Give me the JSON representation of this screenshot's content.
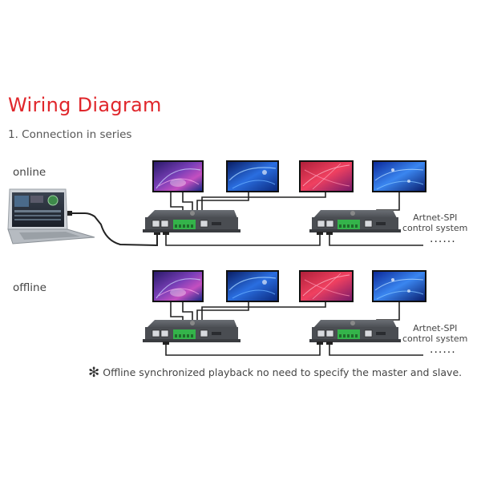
{
  "title": "Wiring Diagram",
  "subtitle": "1. Connection in series",
  "groups": {
    "online": {
      "label": "online",
      "system_label_line1": "Artnet-SPI",
      "system_label_line2": "control system",
      "ellipsis": "......"
    },
    "offline": {
      "label": "offline",
      "system_label_line1": "Artnet-SPI",
      "system_label_line2": "control system",
      "ellipsis": "......"
    }
  },
  "note": {
    "symbol": "✻",
    "text": "Offline synchronized playback no need to specify the master and slave."
  },
  "colors": {
    "title": "#e0262b",
    "text": "#444444",
    "controller_body": "#4a4d52",
    "terminal": "#34b34a",
    "cable": "#222222"
  }
}
